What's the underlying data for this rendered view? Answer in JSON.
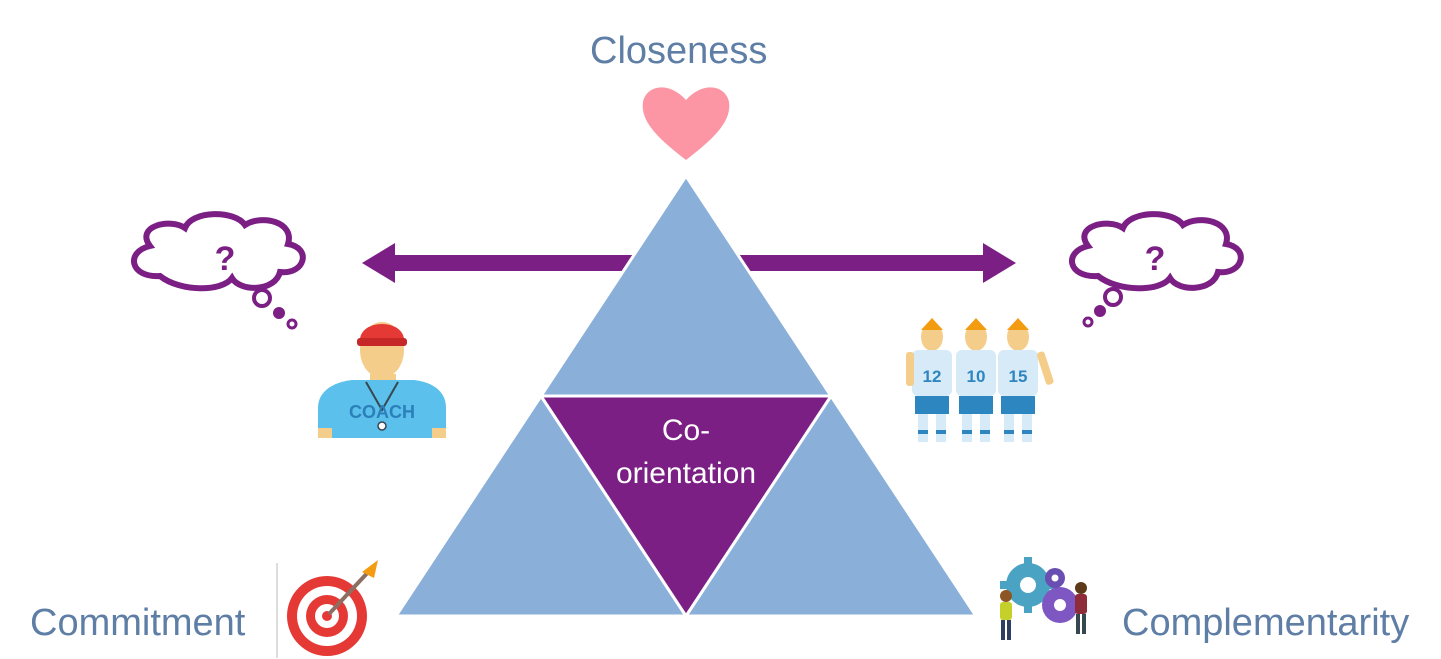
{
  "diagram": {
    "top_label": "Closeness",
    "left_label": "Commitment",
    "right_label": "Complementarity",
    "center_label_line1": "Co-",
    "center_label_line2": "orientation",
    "thought_symbol": "?",
    "coach_shirt_text": "COACH",
    "player_numbers": [
      "12",
      "10",
      "15"
    ]
  },
  "icons": {
    "top": "heart-icon",
    "left": "target-with-arrow-icon",
    "right": "gears-with-people-icon",
    "left_figure": "coach-icon",
    "right_figure": "players-icon",
    "thought": "thought-bubble-icon",
    "arrows": "double-arrow-icon"
  },
  "colors": {
    "label_text": "#5e7ea6",
    "triangle_blue": "#8aafd9",
    "triangle_purple": "#7b1f84",
    "arrow_purple": "#7b1f84",
    "heart_pink": "#fc96a4",
    "background": "#ffffff"
  }
}
